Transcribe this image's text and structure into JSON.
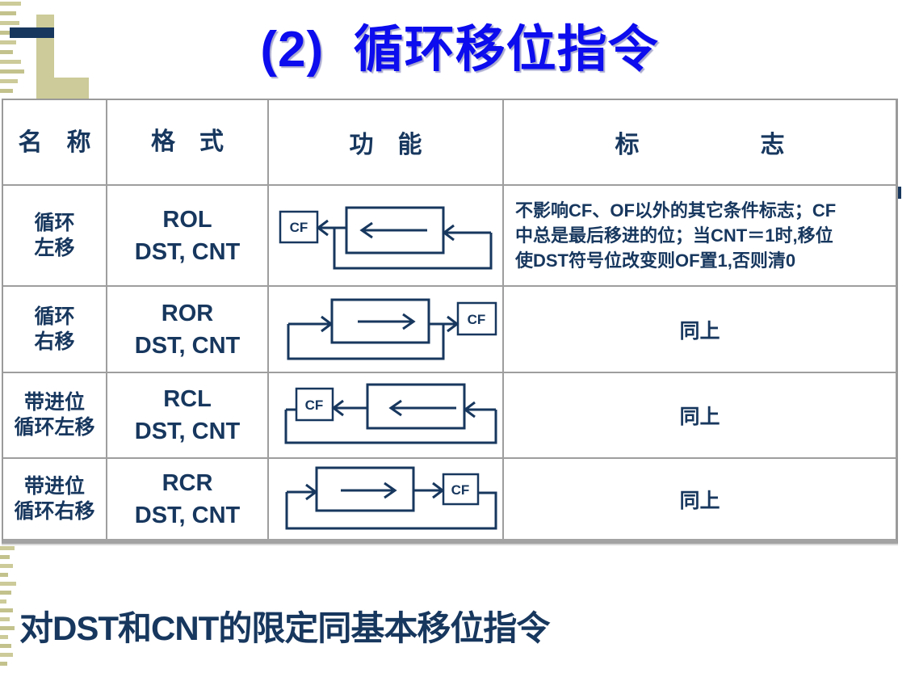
{
  "title": "(2)  循环移位指令",
  "footer": "对DST和CNT的限定同基本移位指令",
  "labels": {
    "cf": "CF"
  },
  "colors": {
    "title_blue": "#0c0cee",
    "navy_text": "#17375e",
    "khaki_accent": "#cccb99",
    "table_border_gray": "#9e9e9e"
  },
  "table": {
    "headers": [
      "名　称",
      "格　式",
      "功　能",
      "标　　　　　志"
    ],
    "rows": [
      {
        "name": "循环\n左移",
        "format": "ROL\nDST, CNT",
        "diagram": "rol-rotate-left",
        "flags": "不影响CF、OF以外的其它条件标志；CF\n中总是最后移进的位；当CNT＝1时,移位\n使DST符号位改变则OF置1,否则清0"
      },
      {
        "name": "循环\n右移",
        "format": "ROR\nDST, CNT",
        "diagram": "ror-rotate-right",
        "flags": "同上"
      },
      {
        "name": "带进位\n循环左移",
        "format": "RCL\nDST, CNT",
        "diagram": "rcl-rotate-carry-left",
        "flags": "同上"
      },
      {
        "name": "带进位\n循环右移",
        "format": "RCR\nDST, CNT",
        "diagram": "rcr-rotate-carry-right",
        "flags": "同上"
      }
    ]
  }
}
